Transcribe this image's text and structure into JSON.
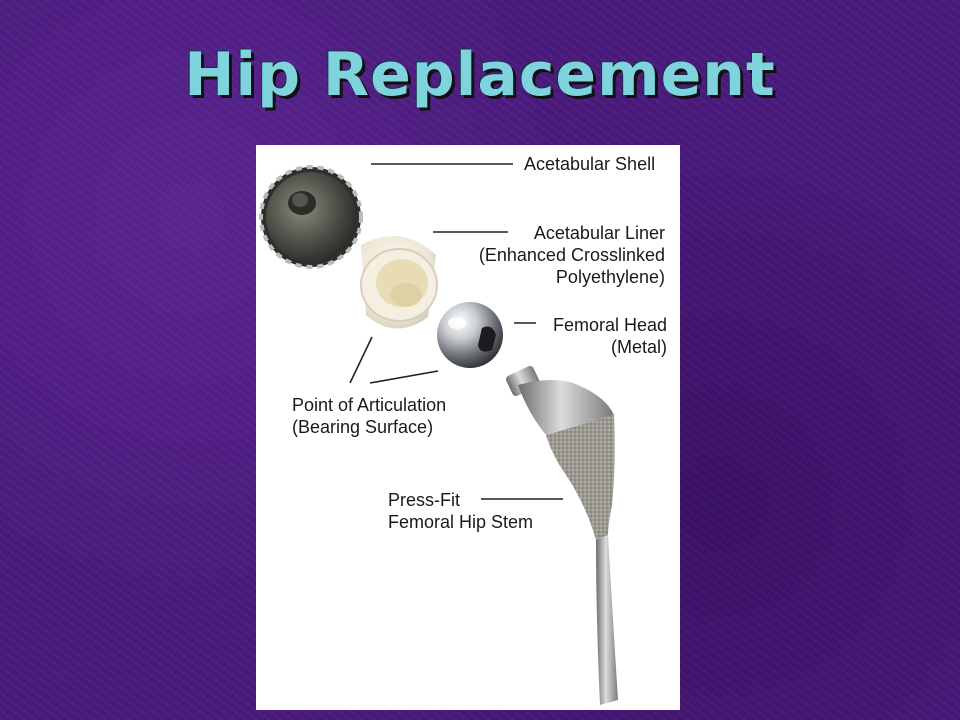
{
  "slide": {
    "title": "Hip Replacement"
  },
  "diagram": {
    "labels": {
      "acetabular_shell": "Acetabular Shell",
      "acetabular_liner_1": "Acetabular Liner",
      "acetabular_liner_2": "(Enhanced Crosslinked",
      "acetabular_liner_3": "Polyethylene)",
      "femoral_head_1": "Femoral Head",
      "femoral_head_2": "(Metal)",
      "articulation_1": "Point of Articulation",
      "articulation_2": "(Bearing Surface)",
      "stem_1": "Press-Fit",
      "stem_2": "Femoral Hip Stem"
    }
  },
  "colors": {
    "background": "#4a1a7c",
    "title": "#7fd3dd",
    "panel": "#ffffff"
  }
}
